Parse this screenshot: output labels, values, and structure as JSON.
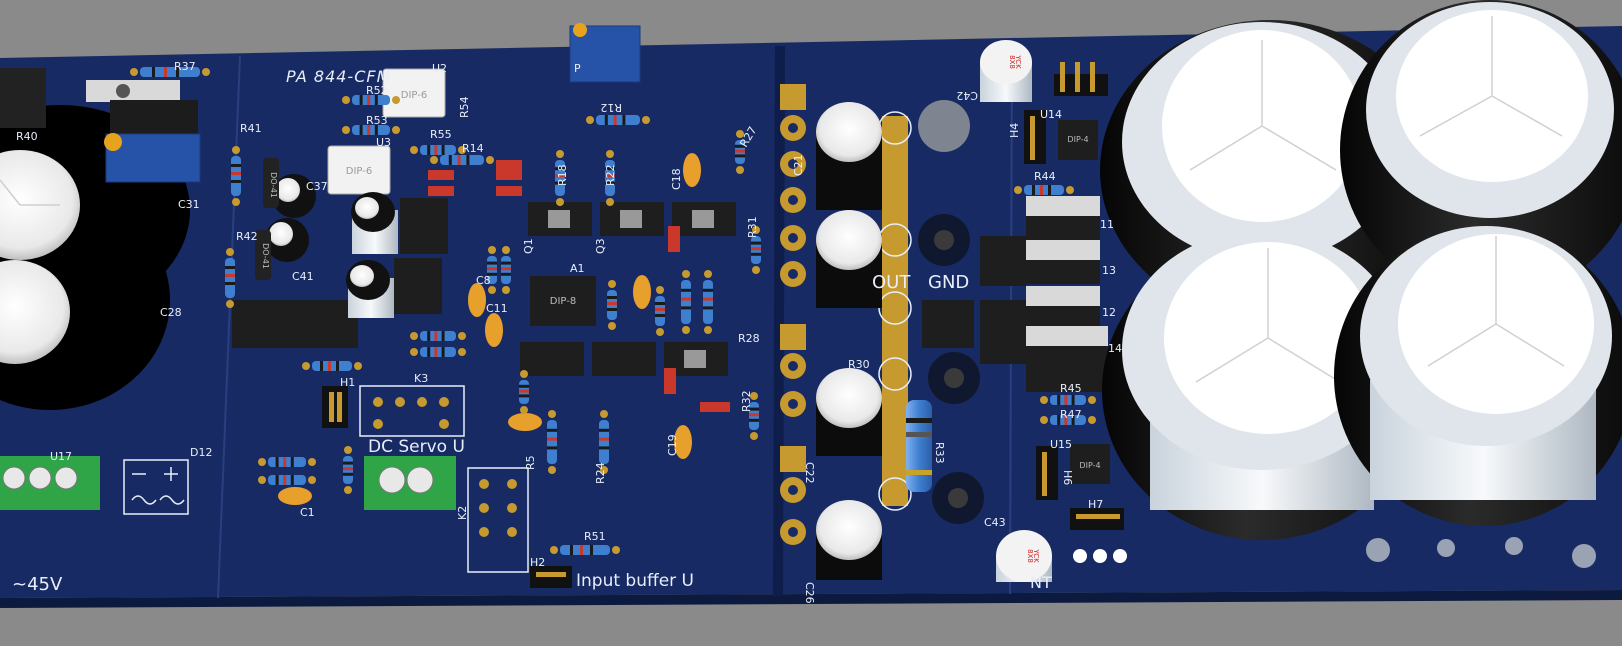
{
  "colors": {
    "background": "#8a8a8a",
    "board": "#172a63",
    "silkscreen": "#e8eef8",
    "copper_pad": "#c69a2e",
    "capacitor_body": "#111111",
    "capacitor_top": "#f3f3f3",
    "resistor_body": "#3f7fd0",
    "orange_cap": "#e7a02b",
    "terminal_green": "#2fa548",
    "trimmer_blue": "#2653a8"
  },
  "labels": {
    "board_title": "PA 844-CFM",
    "dc_servo": "DC Servo U",
    "input_buffer": "Input buffer U",
    "voltage": "~45V",
    "out": "OUT",
    "gnd": "GND",
    "dip6_a": "DIP-6",
    "dip6_b": "DIP-6",
    "dip8": "DIP-8",
    "dip4_a": "DIP-4",
    "dip4_b": "DIP-4",
    "cap_brand": "YCK",
    "cap_size": "8X8",
    "do41_a": "DO-41",
    "do41_b": "DO-41",
    "nt_fragment": "NT"
  },
  "designators": {
    "r37": "R37",
    "r40": "R40",
    "r41": "R41",
    "r42": "R42",
    "r52": "R52",
    "r53": "R53",
    "r54": "R54",
    "r55": "R55",
    "r14": "R14",
    "r12": "R12",
    "r18": "R18",
    "r22": "R22",
    "r27": "R27",
    "r31": "R31",
    "r28": "R28",
    "r30": "R30",
    "r33": "R33",
    "r24": "R24",
    "r5": "R5",
    "r51": "R51",
    "r32": "R32",
    "r44": "R44",
    "r45": "R45",
    "r47": "R47",
    "u2": "U2",
    "u3": "U3",
    "u14": "U14",
    "u15": "U15",
    "u17": "U17",
    "c1": "C1",
    "c8": "C8",
    "c11": "C11",
    "c18": "C18",
    "c19": "C19",
    "c21": "C21",
    "c22": "C22",
    "c26": "C26",
    "c28": "C28",
    "c31": "C31",
    "c37": "C37",
    "c41": "C41",
    "c42": "C42",
    "c43": "C43",
    "h1": "H1",
    "h2": "H2",
    "h4": "H4",
    "h6": "H6",
    "h7": "H7",
    "k2": "K2",
    "k3": "K3",
    "a1": "A1",
    "d12": "D12",
    "q1": "Q1",
    "q3": "Q3",
    "frag_13": "13",
    "frag_12": "12",
    "frag_14": "14",
    "frag_11": "11",
    "frag_p": "P"
  }
}
